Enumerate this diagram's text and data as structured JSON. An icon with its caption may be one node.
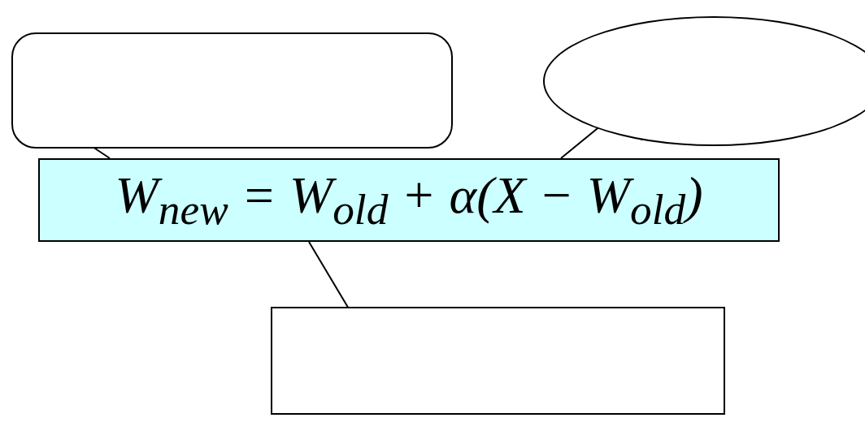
{
  "diagram": {
    "nodes": [
      {
        "text": [],
        "shape": "box"
      },
      {
        "text": [],
        "shape": "ellipse"
      },
      {
        "text": [
          "W$_{new}$ = W$_{old}$ + α(X − W$_{old}$)"
        ]
      },
      {
        "text": [],
        "shape": "box"
      }
    ],
    "edges": [
      {
        "from": 0,
        "to": 2,
        "arrow": "none"
      },
      {
        "from": 1,
        "to": 2,
        "arrow": "none"
      },
      {
        "from": 3,
        "to": 2,
        "arrow": "none"
      }
    ]
  }
}
